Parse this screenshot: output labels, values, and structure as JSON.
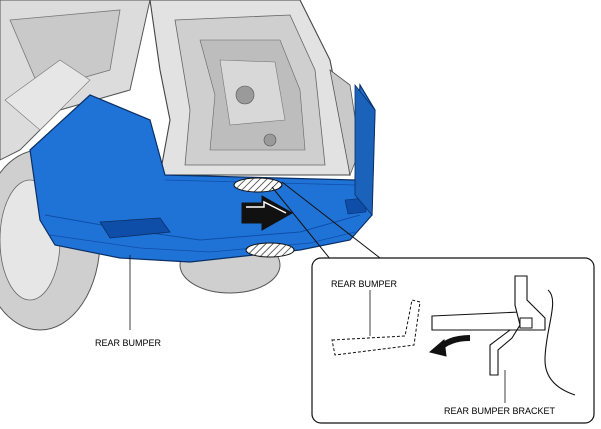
{
  "main_view": {
    "bumper_label": "REAR BUMPER"
  },
  "detail_view": {
    "bumper_label": "REAR BUMPER",
    "bracket_label": "REAR BUMPER BRACKET"
  },
  "colors": {
    "bumper": "#1f73d6",
    "bumper_shadow": "#0f4ea8",
    "body": "#d9d9d9",
    "body_dark": "#a9a9a9",
    "line": "#111111"
  }
}
